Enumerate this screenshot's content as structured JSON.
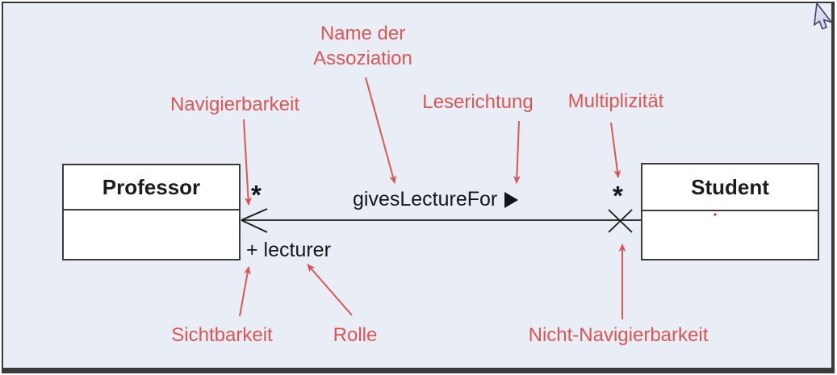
{
  "slide": {
    "background_color": "#e9eef6",
    "frame_border_color": "#3a3a3a",
    "annotation_color": "#dc5654",
    "line_color": "#1a1a1a"
  },
  "diagram": {
    "classes": [
      {
        "name": "Professor"
      },
      {
        "name": "Student"
      }
    ],
    "association": {
      "name": "givesLectureFor",
      "reading_direction_icon": "filled-right-triangle",
      "multiplicity_professor_end": "*",
      "multiplicity_student_end": "*",
      "role": "+ lecturer",
      "professor_end": "open-arrow-navigable",
      "student_end": "x-cross-not-navigable"
    }
  },
  "annotations": {
    "association_name_line1": "Name der",
    "association_name_line2": "Assoziation",
    "navigability": "Navigierbarkeit",
    "reading_direction": "Leserichtung",
    "multiplicity": "Multiplizität",
    "visibility": "Sichtbarkeit",
    "role": "Rolle",
    "non_navigability": "Nicht-Navigierbarkeit"
  }
}
